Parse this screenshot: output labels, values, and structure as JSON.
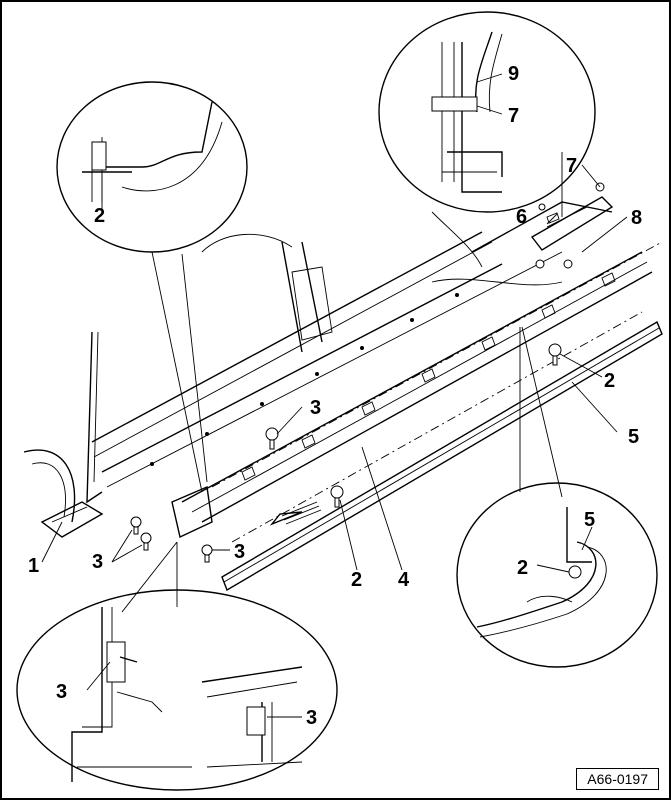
{
  "figure": {
    "reference": "A66-0197",
    "callouts": {
      "c1": "1",
      "c2a": "2",
      "c2b": "2",
      "c2c": "2",
      "c2d": "2",
      "c3a": "3",
      "c3b": "3",
      "c3c": "3",
      "c3d": "3",
      "c3e": "3",
      "c4": "4",
      "c5a": "5",
      "c5b": "5",
      "c6": "6",
      "c7a": "7",
      "c7b": "7",
      "c8": "8",
      "c9": "9"
    }
  }
}
